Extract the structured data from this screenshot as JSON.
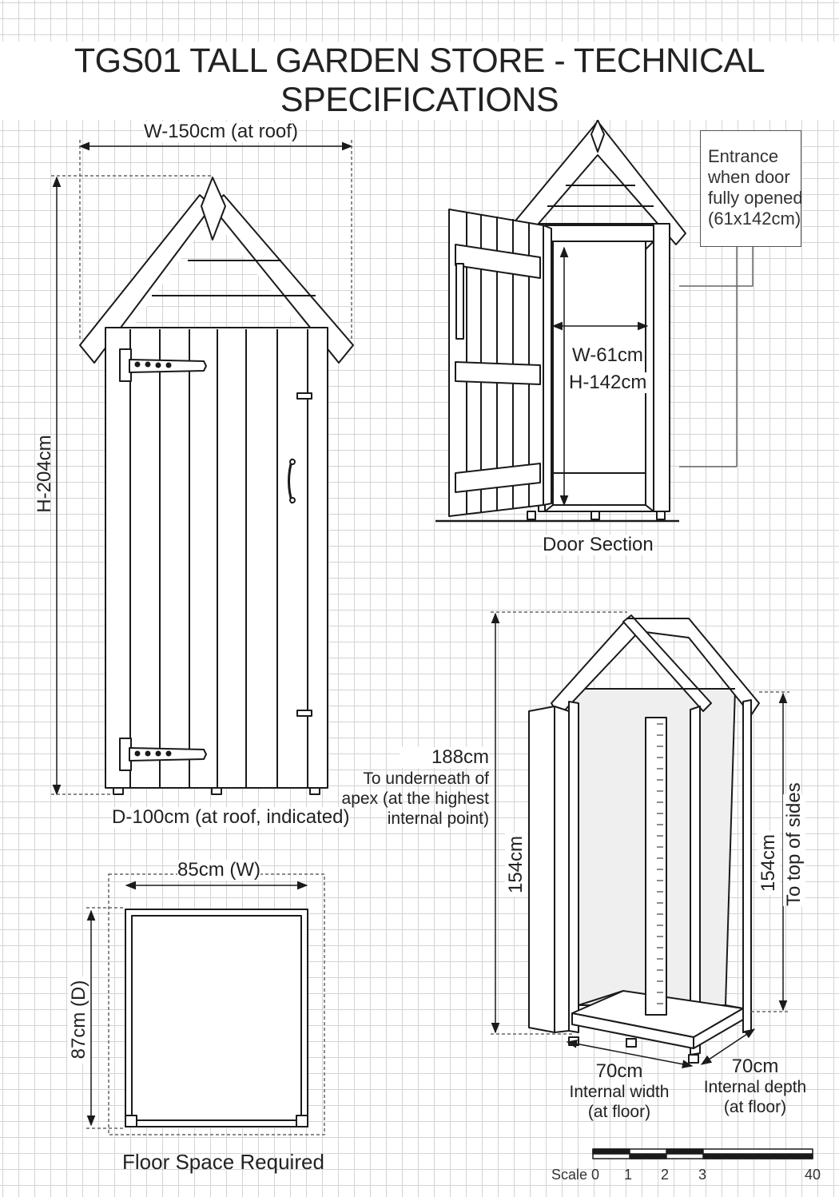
{
  "title": "TGS01 TALL GARDEN STORE - TECHNICAL SPECIFICATIONS",
  "front_view": {
    "width_label": "W-150cm (at roof)",
    "height_label": "H-204cm",
    "depth_label": "D-100cm (at roof, indicated)"
  },
  "door_section": {
    "entrance_note": [
      "Entrance",
      "when door",
      "fully opened",
      "(61x142cm)"
    ],
    "width": "W-61cm",
    "height": "H-142cm",
    "caption": "Door Section"
  },
  "interior_view": {
    "apex_value": "188cm",
    "apex_note": [
      "To underneath of",
      "apex (at the highest",
      "internal point)"
    ],
    "left_height": "154cm",
    "right_height": "154cm",
    "right_note": "To top of sides",
    "width_value": "70cm",
    "width_note": [
      "Internal width",
      "(at floor)"
    ],
    "depth_value": "70cm",
    "depth_note": [
      "Internal depth",
      "(at floor)"
    ]
  },
  "floor_plan": {
    "width_label": "85cm (W)",
    "depth_label": "87cm (D)",
    "caption": "Floor Space Required"
  },
  "scale": {
    "label": "Scale 0",
    "ticks": [
      "1",
      "2",
      "3",
      "40"
    ]
  }
}
